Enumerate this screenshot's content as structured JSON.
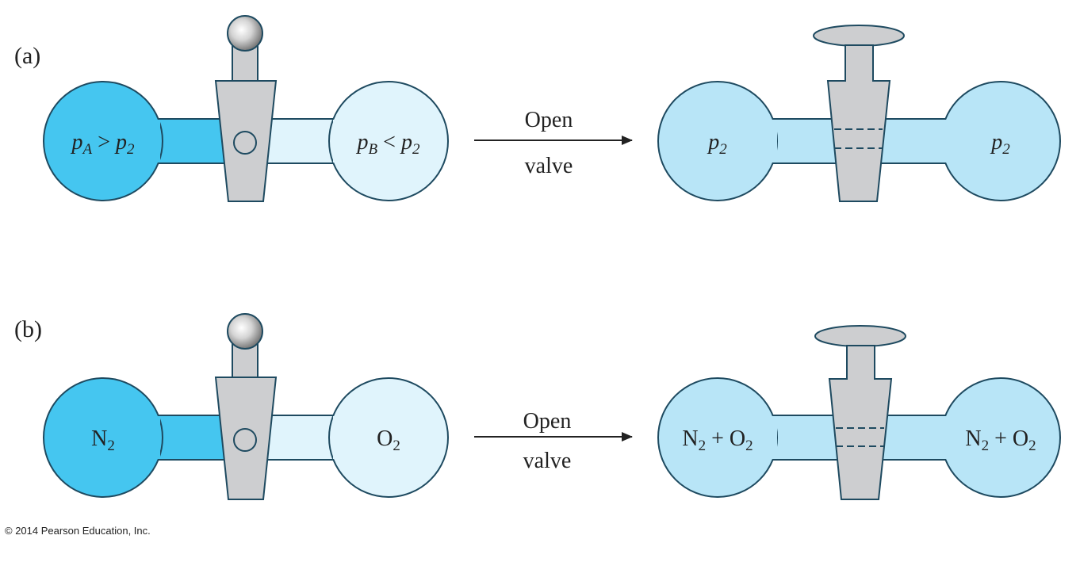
{
  "colors": {
    "dark_gas": "#45c6f0",
    "light_gas": "#e0f4fc",
    "mixed_gas": "#b8e5f7",
    "valve_gray": "#cdced0",
    "outline": "#1e4a60",
    "arrow": "#222222"
  },
  "panel_a": {
    "label": "(a)",
    "left_bulb": {
      "p": "p",
      "sub": "A",
      "rel": " > ",
      "p2": "p",
      "sub2": "2"
    },
    "right_bulb": {
      "p": "p",
      "sub": "B",
      "rel": " < ",
      "p2": "p",
      "sub2": "2"
    },
    "arrow": {
      "line1": "Open",
      "line2": "valve"
    },
    "result_left": {
      "p": "p",
      "sub": "2"
    },
    "result_right": {
      "p": "p",
      "sub": "2"
    }
  },
  "panel_b": {
    "label": "(b)",
    "left_bulb": {
      "main": "N",
      "sub": "2"
    },
    "right_bulb": {
      "main": "O",
      "sub": "2"
    },
    "arrow": {
      "line1": "Open",
      "line2": "valve"
    },
    "result_left": {
      "a": "N",
      "a_sub": "2",
      "plus": " + ",
      "b": "O",
      "b_sub": "2"
    },
    "result_right": {
      "a": "N",
      "a_sub": "2",
      "plus": " + ",
      "b": "O",
      "b_sub": "2"
    }
  },
  "copyright": "© 2014 Pearson Education, Inc.",
  "icons": {
    "closed_valve": "valve-closed-icon",
    "open_valve": "valve-open-icon"
  }
}
